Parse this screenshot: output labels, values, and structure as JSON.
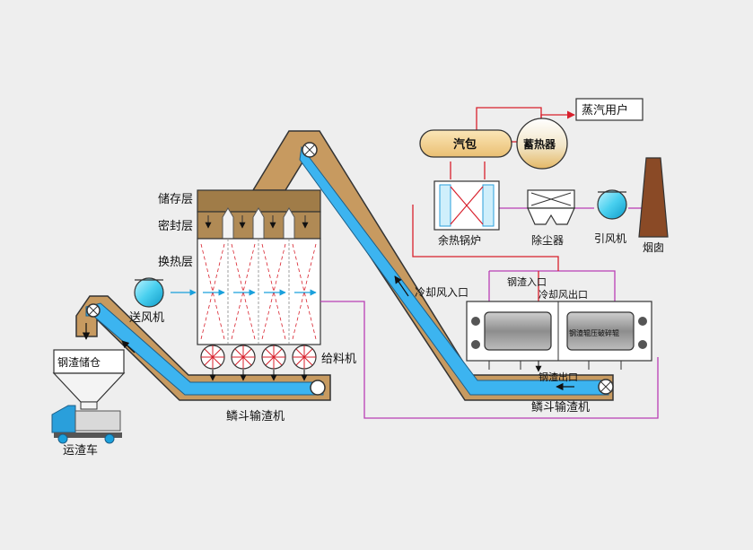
{
  "labels": {
    "storage_layer": "储存层",
    "seal_layer": "密封层",
    "heat_exchange_layer": "换热层",
    "blower": "送风机",
    "slag_silo": "钢渣储仓",
    "slag_truck": "运渣车",
    "feeder": "给料机",
    "bucket_conveyor_left": "鳞斗输渣机",
    "bucket_conveyor_right": "鳞斗输渣机",
    "steam_drum": "汽包",
    "heat_accumulator": "蓄热器",
    "steam_user": "蒸汽用户",
    "waste_heat_boiler": "余热锅炉",
    "dust_collector": "除尘器",
    "induced_draft_fan": "引风机",
    "chimney": "烟囱",
    "cooling_air_inlet": "冷却风入口",
    "slag_inlet": "钢渣入口",
    "cooling_air_outlet": "冷却风出口",
    "crusher_label": "钢渣辊压破碎辊",
    "slag_outlet": "钢渣出口"
  },
  "colors": {
    "background": "#eeeeee",
    "conveyor_frame": "#c79a60",
    "conveyor_belt": "#3cb4f0",
    "heater_brown": "#a07c48",
    "pipe_red": "#d8202c",
    "pipe_magenta": "#b93eb5",
    "air_blue": "#1aa0dc",
    "drum_fill": "#f0cf90",
    "chimney_brown": "#8a4a26"
  }
}
